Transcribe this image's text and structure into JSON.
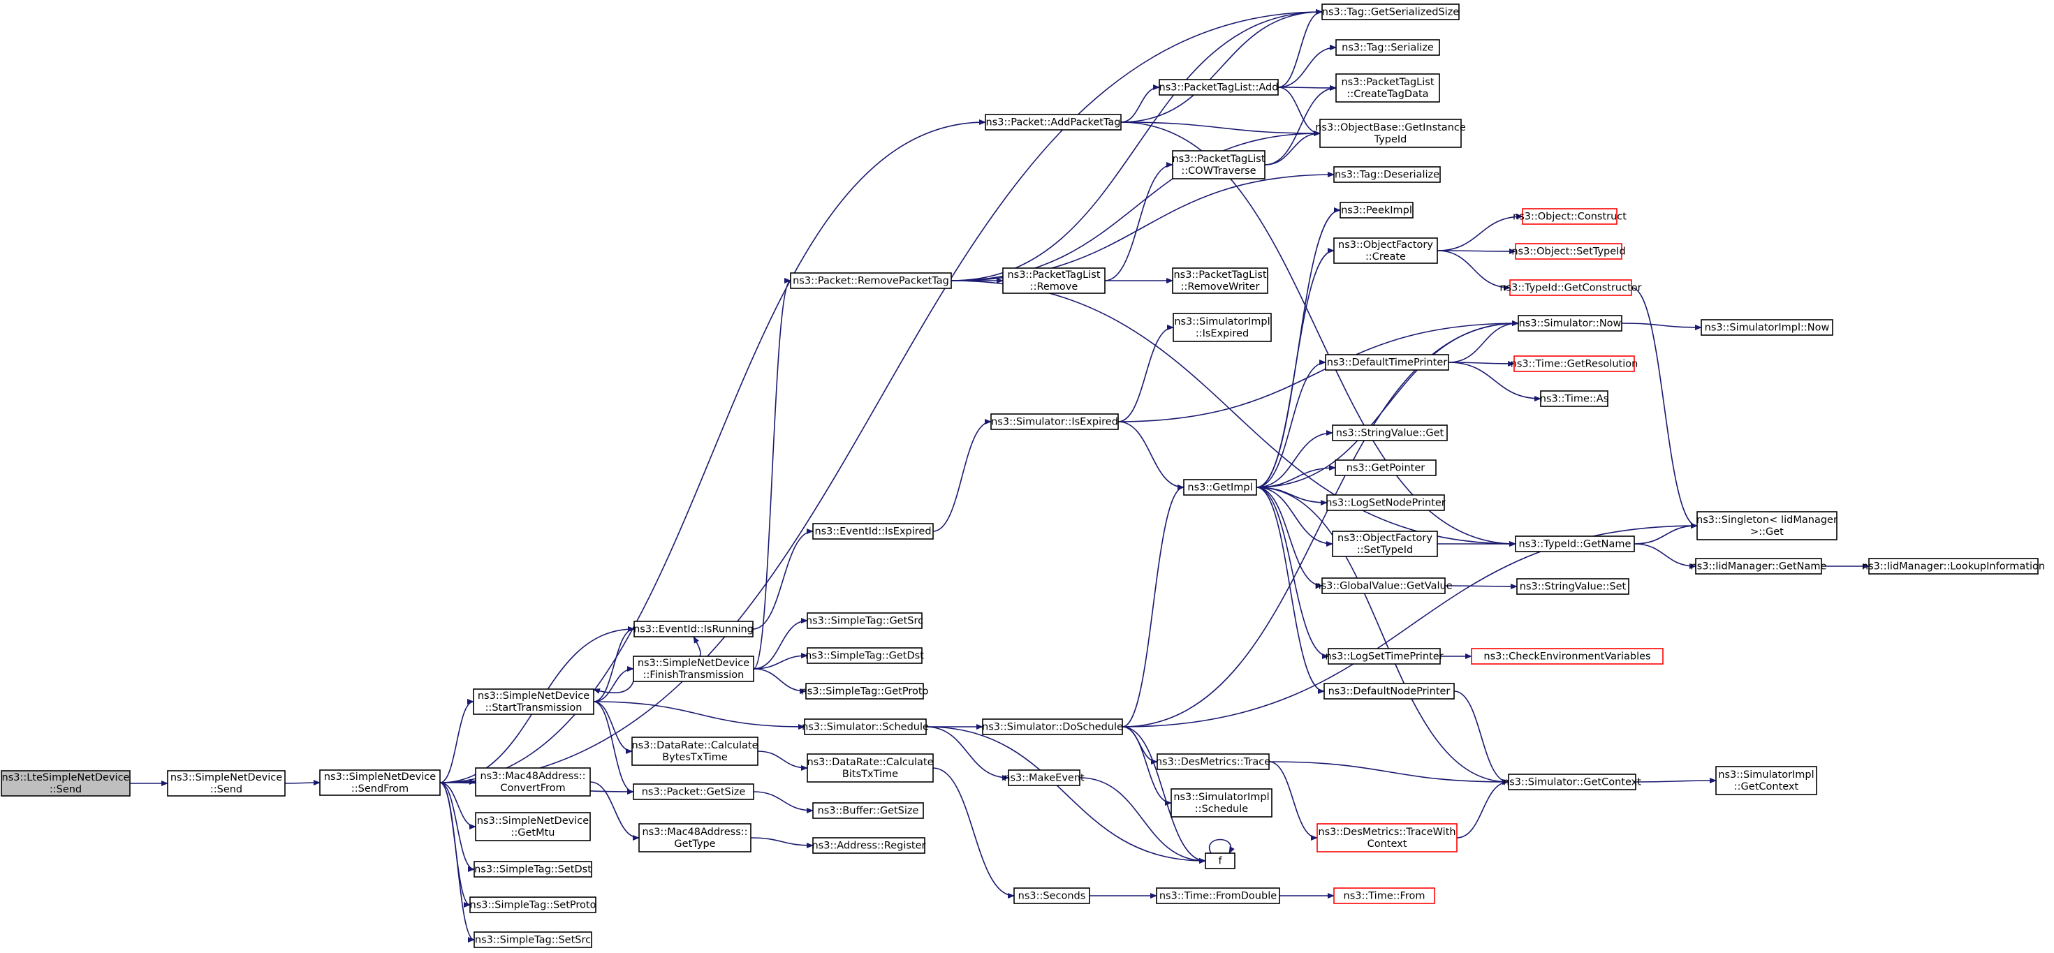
{
  "diagram": {
    "colors": {
      "edge": "#191970",
      "node_border": "#000000",
      "node_fill": "#ffffff",
      "root_fill": "#bfbfbf",
      "undocumented_border": "#ff0000",
      "text": "#000000"
    },
    "nodes": [
      {
        "id": "n0",
        "lines": [
          "ns3::LteSimpleNetDevice",
          "::Send"
        ],
        "style": "root"
      },
      {
        "id": "n1",
        "lines": [
          "ns3::SimpleNetDevice",
          "::Send"
        ],
        "style": "normal"
      },
      {
        "id": "n2",
        "lines": [
          "ns3::SimpleNetDevice",
          "::SendFrom"
        ],
        "style": "normal"
      },
      {
        "id": "n3",
        "lines": [
          "ns3::EventId::IsRunning"
        ],
        "style": "normal"
      },
      {
        "id": "n4",
        "lines": [
          "ns3::EventId::IsExpired"
        ],
        "style": "normal"
      },
      {
        "id": "n5",
        "lines": [
          "ns3::Simulator::IsExpired"
        ],
        "style": "normal"
      },
      {
        "id": "n6",
        "lines": [
          "ns3::GetImpl"
        ],
        "style": "normal"
      },
      {
        "id": "n7",
        "lines": [
          "ns3::PeekImpl"
        ],
        "style": "normal"
      },
      {
        "id": "n8",
        "lines": [
          "ns3::ObjectFactory",
          "::Create"
        ],
        "style": "normal"
      },
      {
        "id": "n9",
        "lines": [
          "ns3::Object::Construct"
        ],
        "style": "red"
      },
      {
        "id": "n10",
        "lines": [
          "ns3::Object::SetTypeId"
        ],
        "style": "red"
      },
      {
        "id": "n11",
        "lines": [
          "ns3::TypeId::GetConstructor"
        ],
        "style": "red"
      },
      {
        "id": "n12",
        "lines": [
          "ns3::Singleton< IidManager",
          " >::Get"
        ],
        "style": "normal"
      },
      {
        "id": "n13",
        "lines": [
          "ns3::DefaultTimePrinter"
        ],
        "style": "normal"
      },
      {
        "id": "n14",
        "lines": [
          "ns3::Simulator::Now"
        ],
        "style": "normal"
      },
      {
        "id": "n15",
        "lines": [
          "ns3::SimulatorImpl::Now"
        ],
        "style": "normal"
      },
      {
        "id": "n16",
        "lines": [
          "ns3::Time::GetResolution"
        ],
        "style": "red"
      },
      {
        "id": "n17",
        "lines": [
          "ns3::Time::As"
        ],
        "style": "normal"
      },
      {
        "id": "n18",
        "lines": [
          "ns3::StringValue::Get"
        ],
        "style": "normal"
      },
      {
        "id": "n19",
        "lines": [
          "ns3::GetPointer"
        ],
        "style": "normal"
      },
      {
        "id": "n20",
        "lines": [
          "ns3::LogSetNodePrinter"
        ],
        "style": "normal"
      },
      {
        "id": "n21",
        "lines": [
          "ns3::ObjectFactory",
          "::SetTypeId"
        ],
        "style": "normal"
      },
      {
        "id": "n22",
        "lines": [
          "ns3::TypeId::GetName"
        ],
        "style": "normal"
      },
      {
        "id": "n23",
        "lines": [
          "ns3::IidManager::GetName"
        ],
        "style": "normal"
      },
      {
        "id": "n24",
        "lines": [
          "ns3::IidManager::LookupInformation"
        ],
        "style": "normal"
      },
      {
        "id": "n25",
        "lines": [
          "ns3::GlobalValue::GetValue"
        ],
        "style": "normal"
      },
      {
        "id": "n26",
        "lines": [
          "ns3::StringValue::Set"
        ],
        "style": "normal"
      },
      {
        "id": "n27",
        "lines": [
          "ns3::LogSetTimePrinter"
        ],
        "style": "normal"
      },
      {
        "id": "n28",
        "lines": [
          "ns3::CheckEnvironmentVariables"
        ],
        "style": "red"
      },
      {
        "id": "n29",
        "lines": [
          "ns3::DefaultNodePrinter"
        ],
        "style": "normal"
      },
      {
        "id": "n30",
        "lines": [
          "ns3::Simulator::GetContext"
        ],
        "style": "normal"
      },
      {
        "id": "n31",
        "lines": [
          "ns3::SimulatorImpl",
          "::GetContext"
        ],
        "style": "normal"
      },
      {
        "id": "n32",
        "lines": [
          "ns3::SimulatorImpl",
          "::IsExpired"
        ],
        "style": "normal"
      },
      {
        "id": "n33",
        "lines": [
          "ns3::Packet::AddPacketTag"
        ],
        "style": "normal"
      },
      {
        "id": "n34",
        "lines": [
          "ns3::Tag::GetSerializedSize"
        ],
        "style": "normal"
      },
      {
        "id": "n35",
        "lines": [
          "ns3::PacketTagList::Add"
        ],
        "style": "normal"
      },
      {
        "id": "n36",
        "lines": [
          "ns3::Tag::Serialize"
        ],
        "style": "normal"
      },
      {
        "id": "n37",
        "lines": [
          "ns3::PacketTagList",
          "::CreateTagData"
        ],
        "style": "normal"
      },
      {
        "id": "n38",
        "lines": [
          "ns3::ObjectBase::GetInstance",
          "TypeId"
        ],
        "style": "normal"
      },
      {
        "id": "n39",
        "lines": [
          "ns3::PacketTagList",
          "::COWTraverse"
        ],
        "style": "normal"
      },
      {
        "id": "n40",
        "lines": [
          "ns3::Tag::Deserialize"
        ],
        "style": "normal"
      },
      {
        "id": "n41",
        "lines": [
          "ns3::Packet::RemovePacketTag"
        ],
        "style": "normal"
      },
      {
        "id": "n42",
        "lines": [
          "ns3::PacketTagList",
          "::Remove"
        ],
        "style": "normal"
      },
      {
        "id": "n43",
        "lines": [
          "ns3::PacketTagList",
          "::RemoveWriter"
        ],
        "style": "normal"
      },
      {
        "id": "n44",
        "lines": [
          "ns3::SimpleNetDevice",
          "::FinishTransmission"
        ],
        "style": "normal"
      },
      {
        "id": "n45",
        "lines": [
          "ns3::SimpleTag::GetSrc"
        ],
        "style": "normal"
      },
      {
        "id": "n46",
        "lines": [
          "ns3::SimpleTag::GetDst"
        ],
        "style": "normal"
      },
      {
        "id": "n47",
        "lines": [
          "ns3::SimpleTag::GetProto"
        ],
        "style": "normal"
      },
      {
        "id": "n48",
        "lines": [
          "ns3::SimpleNetDevice",
          "::StartTransmission"
        ],
        "style": "normal"
      },
      {
        "id": "n49",
        "lines": [
          "ns3::Simulator::Schedule"
        ],
        "style": "normal"
      },
      {
        "id": "n50",
        "lines": [
          "ns3::Simulator::DoSchedule"
        ],
        "style": "normal"
      },
      {
        "id": "n51",
        "lines": [
          "ns3::DesMetrics::Trace"
        ],
        "style": "normal"
      },
      {
        "id": "n52",
        "lines": [
          "ns3::DesMetrics::TraceWith",
          "Context"
        ],
        "style": "red"
      },
      {
        "id": "n53",
        "lines": [
          "ns3::SimulatorImpl",
          "::Schedule"
        ],
        "style": "normal"
      },
      {
        "id": "n54",
        "lines": [
          "ns3::MakeEvent"
        ],
        "style": "normal"
      },
      {
        "id": "n55",
        "lines": [
          "f"
        ],
        "style": "normal"
      },
      {
        "id": "n56",
        "lines": [
          "ns3::DataRate::Calculate",
          "BytesTxTime"
        ],
        "style": "normal"
      },
      {
        "id": "n57",
        "lines": [
          "ns3::DataRate::Calculate",
          "BitsTxTime"
        ],
        "style": "normal"
      },
      {
        "id": "n58",
        "lines": [
          "ns3::Seconds"
        ],
        "style": "normal"
      },
      {
        "id": "n59",
        "lines": [
          "ns3::Time::FromDouble"
        ],
        "style": "normal"
      },
      {
        "id": "n60",
        "lines": [
          "ns3::Time::From"
        ],
        "style": "red"
      },
      {
        "id": "n61",
        "lines": [
          "ns3::Packet::GetSize"
        ],
        "style": "normal"
      },
      {
        "id": "n62",
        "lines": [
          "ns3::Buffer::GetSize"
        ],
        "style": "normal"
      },
      {
        "id": "n63",
        "lines": [
          "ns3::Mac48Address::",
          "ConvertFrom"
        ],
        "style": "normal"
      },
      {
        "id": "n64",
        "lines": [
          "ns3::Mac48Address::",
          "GetType"
        ],
        "style": "normal"
      },
      {
        "id": "n65",
        "lines": [
          "ns3::Address::Register"
        ],
        "style": "normal"
      },
      {
        "id": "n66",
        "lines": [
          "ns3::SimpleNetDevice",
          "::GetMtu"
        ],
        "style": "normal"
      },
      {
        "id": "n67",
        "lines": [
          "ns3::SimpleTag::SetDst"
        ],
        "style": "normal"
      },
      {
        "id": "n68",
        "lines": [
          "ns3::SimpleTag::SetProto"
        ],
        "style": "normal"
      },
      {
        "id": "n69",
        "lines": [
          "ns3::SimpleTag::SetSrc"
        ],
        "style": "normal"
      }
    ],
    "edges": [
      [
        "n0",
        "n1"
      ],
      [
        "n1",
        "n2"
      ],
      [
        "n2",
        "n3"
      ],
      [
        "n2",
        "n33"
      ],
      [
        "n2",
        "n34"
      ],
      [
        "n2",
        "n48"
      ],
      [
        "n2",
        "n61"
      ],
      [
        "n2",
        "n63"
      ],
      [
        "n2",
        "n66"
      ],
      [
        "n2",
        "n67"
      ],
      [
        "n2",
        "n68"
      ],
      [
        "n2",
        "n69"
      ],
      [
        "n3",
        "n4"
      ],
      [
        "n4",
        "n5"
      ],
      [
        "n5",
        "n6"
      ],
      [
        "n5",
        "n14"
      ],
      [
        "n5",
        "n32"
      ],
      [
        "n6",
        "n7"
      ],
      [
        "n6",
        "n8"
      ],
      [
        "n6",
        "n13"
      ],
      [
        "n6",
        "n18"
      ],
      [
        "n6",
        "n19"
      ],
      [
        "n6",
        "n20"
      ],
      [
        "n6",
        "n21"
      ],
      [
        "n6",
        "n25"
      ],
      [
        "n6",
        "n27"
      ],
      [
        "n6",
        "n29"
      ],
      [
        "n6",
        "n30"
      ],
      [
        "n6",
        "n14"
      ],
      [
        "n8",
        "n9"
      ],
      [
        "n8",
        "n10"
      ],
      [
        "n8",
        "n11"
      ],
      [
        "n11",
        "n12"
      ],
      [
        "n13",
        "n14"
      ],
      [
        "n13",
        "n16"
      ],
      [
        "n13",
        "n17"
      ],
      [
        "n14",
        "n15"
      ],
      [
        "n21",
        "n22"
      ],
      [
        "n22",
        "n12"
      ],
      [
        "n22",
        "n23"
      ],
      [
        "n23",
        "n24"
      ],
      [
        "n25",
        "n26"
      ],
      [
        "n27",
        "n28"
      ],
      [
        "n29",
        "n30"
      ],
      [
        "n30",
        "n31"
      ],
      [
        "n33",
        "n34"
      ],
      [
        "n33",
        "n35"
      ],
      [
        "n33",
        "n38"
      ],
      [
        "n33",
        "n22"
      ],
      [
        "n35",
        "n34"
      ],
      [
        "n35",
        "n36"
      ],
      [
        "n35",
        "n37"
      ],
      [
        "n35",
        "n38"
      ],
      [
        "n39",
        "n37"
      ],
      [
        "n39",
        "n38"
      ],
      [
        "n41",
        "n34"
      ],
      [
        "n41",
        "n38"
      ],
      [
        "n41",
        "n42"
      ],
      [
        "n41",
        "n40"
      ],
      [
        "n41",
        "n22"
      ],
      [
        "n42",
        "n39"
      ],
      [
        "n42",
        "n43"
      ],
      [
        "n44",
        "n3"
      ],
      [
        "n44",
        "n41"
      ],
      [
        "n44",
        "n45"
      ],
      [
        "n44",
        "n46"
      ],
      [
        "n44",
        "n47"
      ],
      [
        "n44",
        "n48"
      ],
      [
        "n48",
        "n3"
      ],
      [
        "n48",
        "n44"
      ],
      [
        "n48",
        "n49"
      ],
      [
        "n48",
        "n56"
      ],
      [
        "n48",
        "n61"
      ],
      [
        "n49",
        "n50"
      ],
      [
        "n49",
        "n54"
      ],
      [
        "n49",
        "n55"
      ],
      [
        "n50",
        "n6"
      ],
      [
        "n50",
        "n12"
      ],
      [
        "n50",
        "n51"
      ],
      [
        "n50",
        "n53"
      ],
      [
        "n50",
        "n55"
      ],
      [
        "n50",
        "n14"
      ],
      [
        "n51",
        "n30"
      ],
      [
        "n51",
        "n52"
      ],
      [
        "n52",
        "n30"
      ],
      [
        "n54",
        "n55"
      ],
      [
        "n55",
        "n55"
      ],
      [
        "n56",
        "n57"
      ],
      [
        "n57",
        "n58"
      ],
      [
        "n58",
        "n59"
      ],
      [
        "n59",
        "n60"
      ],
      [
        "n61",
        "n62"
      ],
      [
        "n63",
        "n64"
      ],
      [
        "n64",
        "n65"
      ]
    ]
  }
}
